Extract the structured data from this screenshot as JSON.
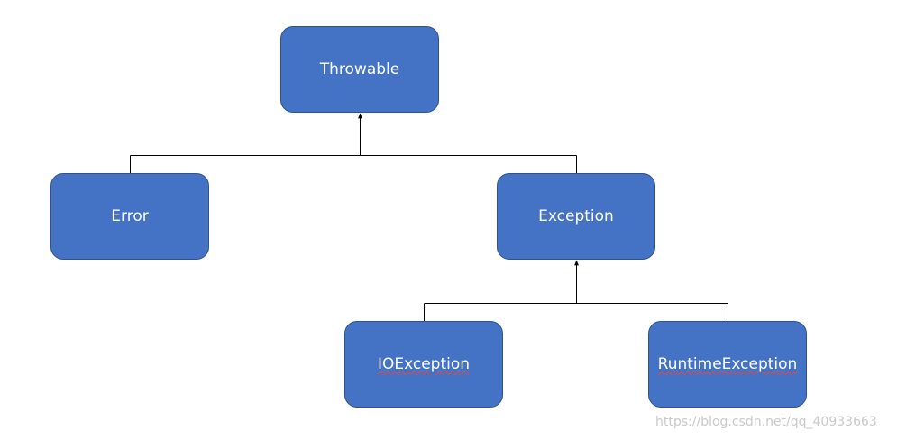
{
  "diagram": {
    "nodes": [
      {
        "id": "throwable",
        "label": "Throwable"
      },
      {
        "id": "error",
        "label": "Error"
      },
      {
        "id": "exception",
        "label": "Exception"
      },
      {
        "id": "ioexception",
        "label": "IOException"
      },
      {
        "id": "runtimeexception",
        "label": "RuntimeException"
      }
    ],
    "edges": [
      {
        "from": "error",
        "to": "throwable"
      },
      {
        "from": "exception",
        "to": "throwable"
      },
      {
        "from": "ioexception",
        "to": "exception"
      },
      {
        "from": "runtimeexception",
        "to": "exception"
      }
    ],
    "colors": {
      "node_fill": "#4472c4",
      "node_border": "#2f528f",
      "node_text": "#ffffff",
      "connector": "#000000"
    }
  },
  "watermark": "https://blog.csdn.net/qq_40933663"
}
